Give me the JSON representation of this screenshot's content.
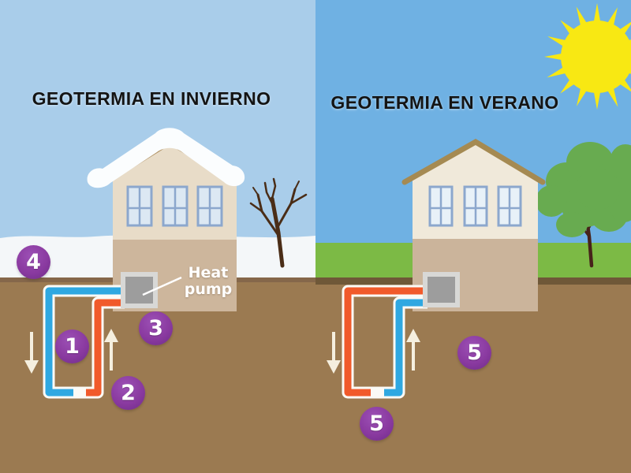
{
  "panels": {
    "winter": {
      "title": "GEOTERMIA EN INVIERNO",
      "heat_pump_label": {
        "line1": "Heat",
        "line2": "pump"
      },
      "markers": {
        "m1": "1",
        "m2": "2",
        "m3": "3",
        "m4": "4"
      }
    },
    "summer": {
      "title": "GEOTERMIA EN VERANO",
      "markers": {
        "m5_loop": "5",
        "m5_ground": "5"
      }
    }
  },
  "colors": {
    "sky_winter": "#a9cdea",
    "sky_summer": "#6fb1e3",
    "snow": "#f4f7f9",
    "grass": "#7cba45",
    "ground": "#9b7a51",
    "topsoil_line": "#6f5838",
    "pipe_cold_blue": "#2fa8e1",
    "pipe_hot_orange": "#f15a2b",
    "pipe_outline": "#fbfaf6",
    "marker_purple": "#8a3aa0",
    "sun_yellow": "#f8e813",
    "house_wall_upper": "#e8dcc8",
    "house_wall_upper_summer": "#f0e9da",
    "house_wall_lower": "#cdb69c",
    "roof_trim": "#ab8a58",
    "heat_pump_gray": "#9d9d9d",
    "heat_pump_frame": "#d8d8d6",
    "tree_bare_brown": "#4a2d17",
    "tree_foliage_green": "#68ab50",
    "arrow_cream": "#f5efdf",
    "title_black": "#141414"
  }
}
